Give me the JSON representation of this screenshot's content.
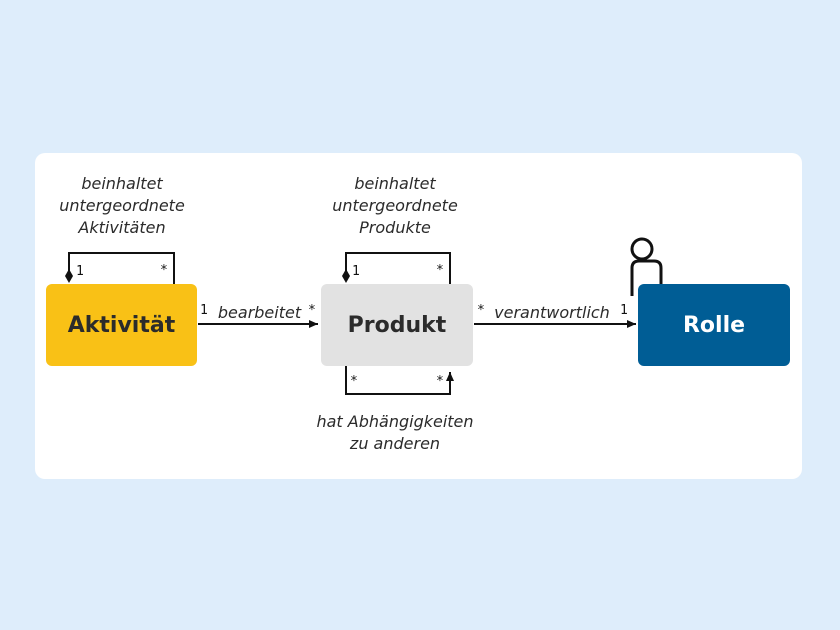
{
  "colors": {
    "background": "#deedfb",
    "card": "#ffffff",
    "aktivitaet_fill": "#f9c116",
    "produkt_fill": "#e2e2e2",
    "rolle_fill": "#005d95",
    "line": "#111111"
  },
  "nodes": {
    "aktivitaet": "Aktivität",
    "produkt": "Produkt",
    "rolle": "Rolle"
  },
  "relations": {
    "aktivitaet_self": "beinhaltet\nuntergeordnete\nAktivitäten",
    "produkt_self": "beinhaltet\nuntergeordnete\nProdukte",
    "produkt_dep": "hat Abhängigkeiten\nzu anderen",
    "bearbeitet": "bearbeitet",
    "verantwortlich": "verantwortlich"
  },
  "multiplicities": {
    "akt_self_start": "1",
    "akt_self_end": "*",
    "bearbeitet_start": "1",
    "bearbeitet_end": "*",
    "prod_self_start": "1",
    "prod_self_end": "*",
    "prod_dep_start": "*",
    "prod_dep_end": "*",
    "verantwortlich_start": "*",
    "verantwortlich_end": "1"
  },
  "icons": {
    "rolle": "person-icon"
  }
}
